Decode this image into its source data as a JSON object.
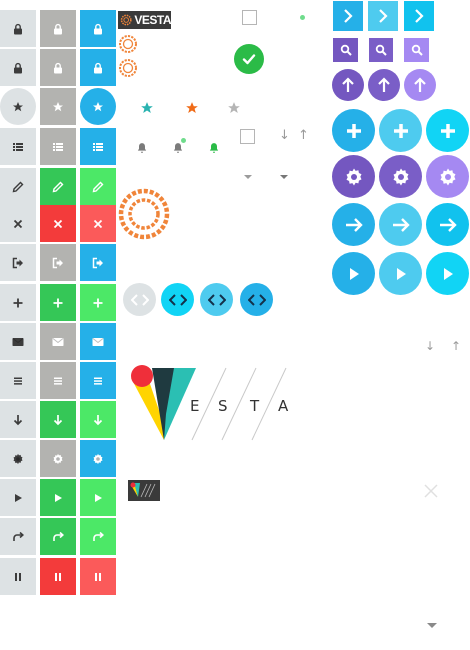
{
  "colors": {
    "gray_tile": "#dde2e4",
    "gray_dark": "#b3b3b0",
    "blue": "#25b0e8",
    "green": "#35c757",
    "green_light": "#4ce867",
    "red": "#f33b3b",
    "red_light": "#fb5a5a",
    "sky": "#4ecbef",
    "purple": "#7457c0",
    "purple_light": "#a589f2",
    "cyan": "#11d4f5",
    "orange": "#f0853a",
    "teal": "#2ab3b0",
    "check_green": "#2bbb47"
  },
  "tile_columns": [
    {
      "name": "gray",
      "icons": [
        "lock-icon",
        "lock-icon",
        "star-icon",
        "list-icon",
        "pencil-icon",
        "close-icon",
        "sign-out-icon",
        "plus-icon",
        "envelope-icon",
        "bars-icon",
        "arrow-down-icon",
        "gear-icon",
        "play-icon",
        "redo-icon",
        "pause-icon"
      ]
    },
    {
      "name": "dark",
      "icons": [
        "lock-icon",
        "lock-icon",
        "star-icon",
        "list-icon",
        "pencil-icon",
        "close-icon",
        "sign-out-icon",
        "plus-icon",
        "envelope-icon",
        "bars-icon",
        "arrow-down-icon",
        "gear-icon",
        "play-icon",
        "redo-icon",
        "pause-icon"
      ]
    },
    {
      "name": "color",
      "icons": [
        "lock-icon",
        "lock-icon",
        "star-icon",
        "list-icon",
        "pencil-icon",
        "close-icon",
        "sign-out-icon",
        "plus-icon",
        "envelope-icon",
        "bars-icon",
        "arrow-down-icon",
        "gear-icon",
        "play-icon",
        "redo-icon",
        "pause-icon"
      ]
    }
  ],
  "logo_small_text": "VESTA",
  "logo_big_letters": [
    "E",
    "S",
    "T",
    "A"
  ],
  "icons": {
    "check": "check-icon",
    "code": "code-icon",
    "chevron": "chevron-right-icon",
    "search": "search-icon",
    "up": "arrow-up-icon",
    "plus": "plus-icon",
    "gear": "gear-icon",
    "right": "arrow-right-icon",
    "play": "play-icon",
    "close": "close-icon",
    "caret": "caret-down-icon"
  }
}
